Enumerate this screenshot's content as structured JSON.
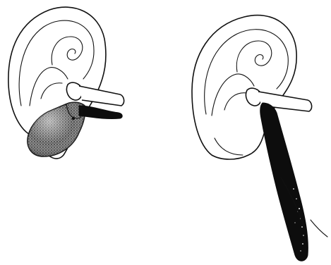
{
  "figure": {
    "panels": [
      {
        "id": "left",
        "depicts": "ear-with-behind-the-ear-pouch"
      },
      {
        "id": "right",
        "depicts": "ear-with-long-dangling-tube"
      }
    ],
    "colors": {
      "line": "#111111",
      "fill_dark": "#0d0d0d",
      "stipple": "#2a2a2a",
      "background": "#ffffff"
    }
  }
}
